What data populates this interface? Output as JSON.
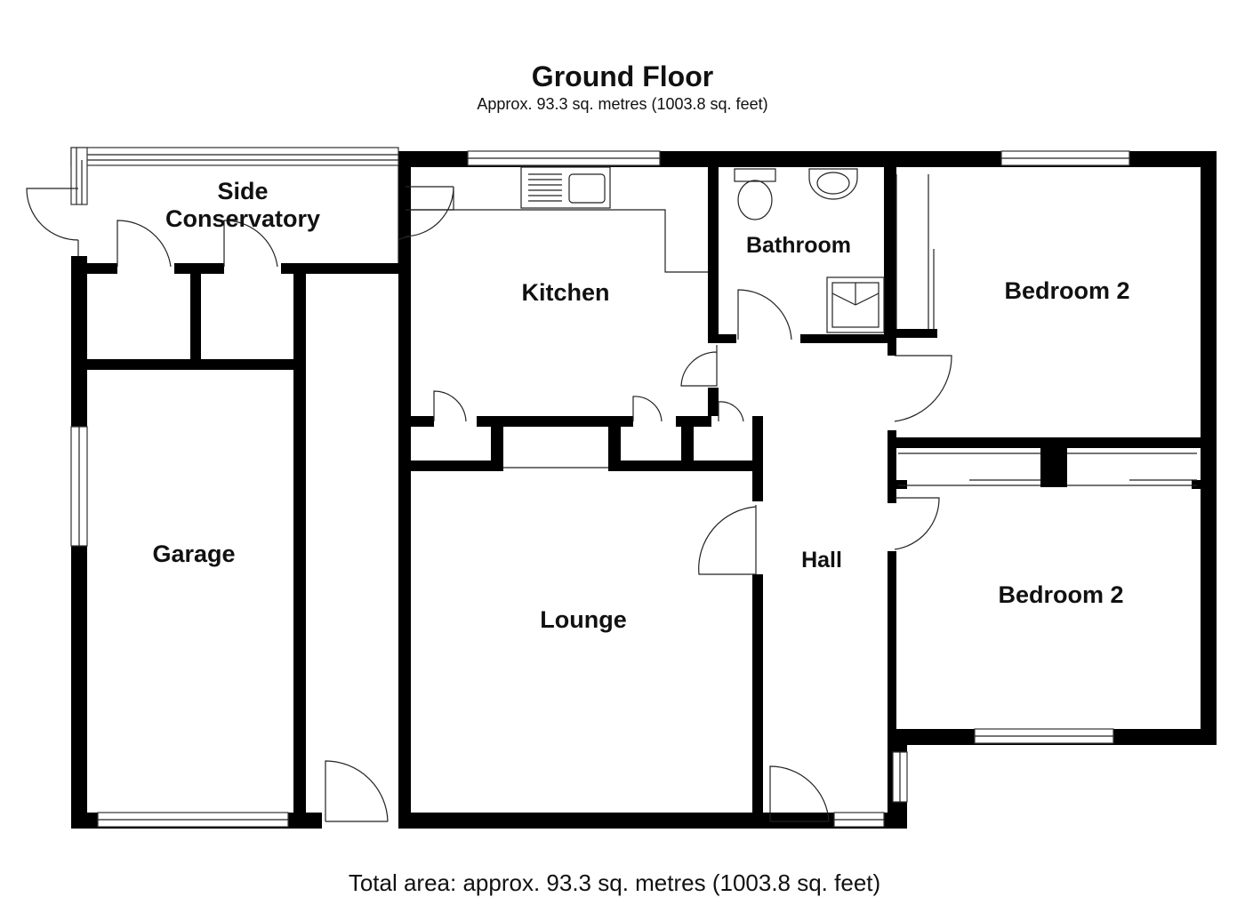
{
  "header": {
    "title": "Ground Floor",
    "subtitle": "Approx. 93.3 sq. metres (1003.8 sq. feet)"
  },
  "rooms": {
    "side_conservatory_line1": "Side",
    "side_conservatory_line2": "Conservatory",
    "kitchen": "Kitchen",
    "bathroom": "Bathroom",
    "bedroom_top": "Bedroom 2",
    "bedroom_bottom": "Bedroom 2",
    "garage": "Garage",
    "lounge": "Lounge",
    "hall": "Hall"
  },
  "footer": {
    "total_area": "Total area: approx. 93.3 sq. metres (1003.8 sq. feet)"
  },
  "colors": {
    "wall": "#000000",
    "background": "#ffffff",
    "text": "#111111"
  }
}
